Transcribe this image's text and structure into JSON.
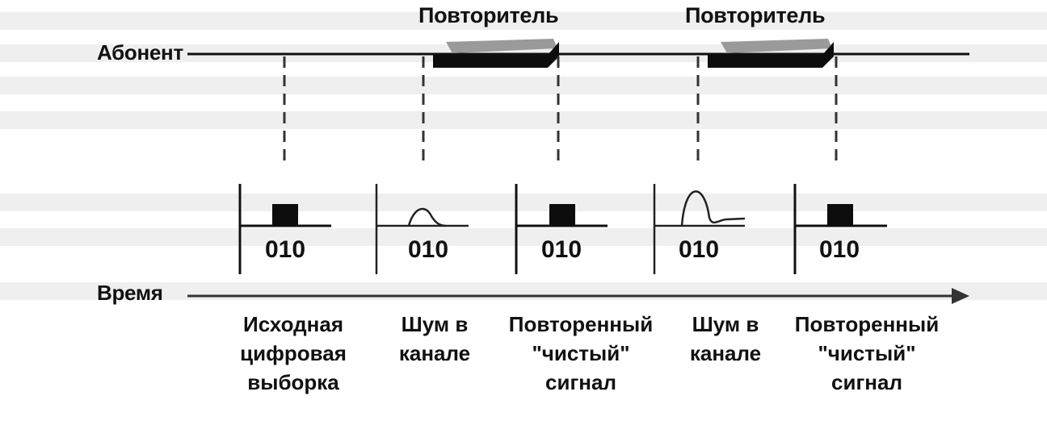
{
  "diagram": {
    "top_line_label": "Абонент",
    "time_axis_label": "Время",
    "repeaters": [
      {
        "label": "Повторитель"
      },
      {
        "label": "Повторитель"
      }
    ],
    "samples": [
      {
        "kind": "pulse",
        "code": "010",
        "caption": [
          "Исходная",
          "цифровая",
          "выборка"
        ]
      },
      {
        "kind": "noise-small",
        "code": "010",
        "caption": [
          "Шум в",
          "канале"
        ]
      },
      {
        "kind": "pulse",
        "code": "010",
        "caption": [
          "Повторенный",
          "\"чистый\"",
          "сигнал"
        ]
      },
      {
        "kind": "noise-large",
        "code": "010",
        "caption": [
          "Шум в",
          "канале"
        ]
      },
      {
        "kind": "pulse",
        "code": "010",
        "caption": [
          "Повторенный",
          "\"чистый\"",
          "сигнал"
        ]
      }
    ],
    "colors": {
      "ink": "#111111",
      "repeater_body": "#0d0d0d",
      "repeater_shadow": "#9a9a9a",
      "dash": "#333333",
      "ghost_text": "#ececec"
    }
  }
}
